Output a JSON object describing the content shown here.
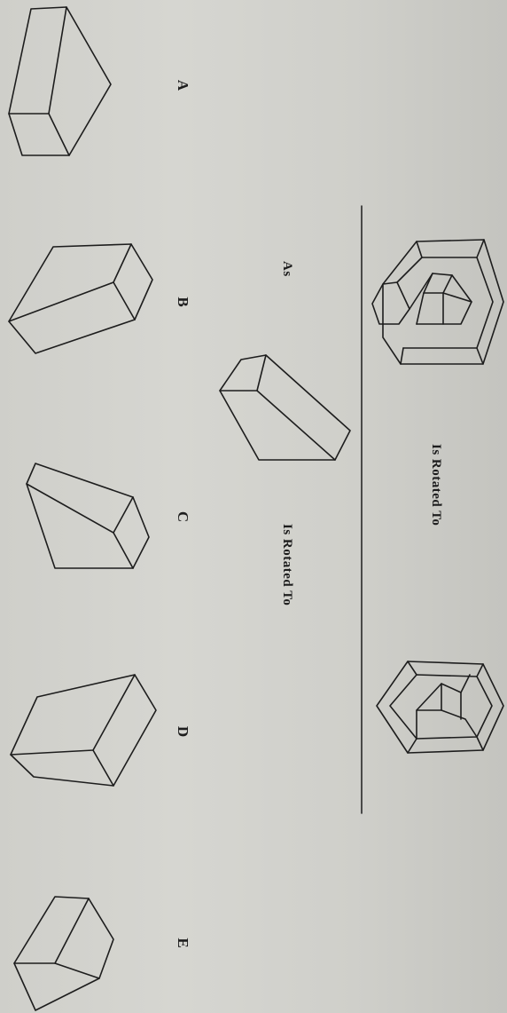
{
  "problem": {
    "example_caption": "Is Rotated To",
    "as_label": "As",
    "question_caption": "Is Rotated To"
  },
  "options": [
    {
      "letter": "A"
    },
    {
      "letter": "B"
    },
    {
      "letter": "C"
    },
    {
      "letter": "D"
    },
    {
      "letter": "E"
    }
  ],
  "colors": {
    "paper": "#d2d2cd",
    "ink": "#1d1d1d"
  }
}
